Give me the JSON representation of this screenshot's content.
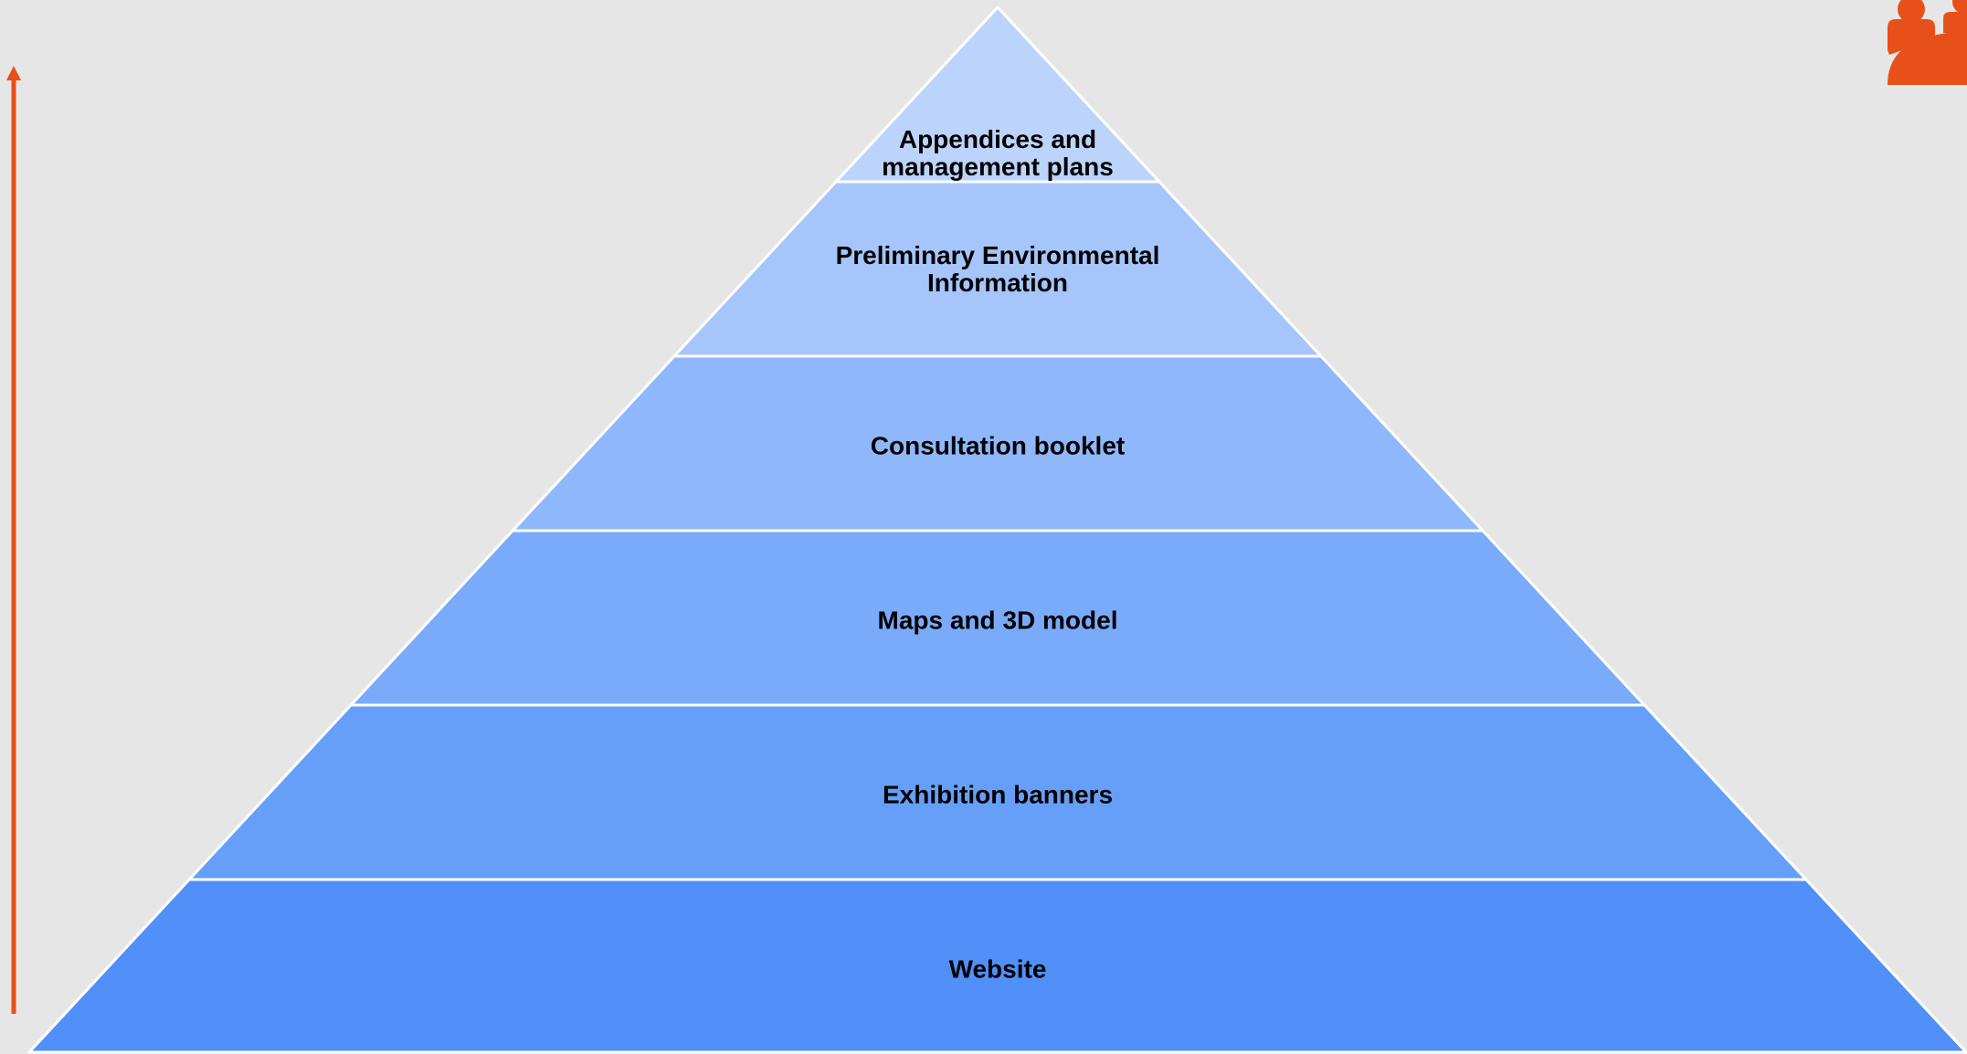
{
  "diagram": {
    "type": "pyramid",
    "tiers": [
      {
        "label_lines": [
          "Appendices and",
          "management plans"
        ],
        "color": "#bcd4fb"
      },
      {
        "label_lines": [
          "Preliminary Environmental",
          "Information"
        ],
        "color": "#a5c5fb"
      },
      {
        "label_lines": [
          "Consultation booklet"
        ],
        "color": "#8fb7fb"
      },
      {
        "label_lines": [
          "Maps and 3D model"
        ],
        "color": "#7aabfa"
      },
      {
        "label_lines": [
          "Exhibition banners"
        ],
        "color": "#669ffa"
      },
      {
        "label_lines": [
          "Website"
        ],
        "color": "#5090f8"
      }
    ],
    "separator_color": "#ffffff",
    "arrow": {
      "direction": "up",
      "color": "#e8501a"
    },
    "logo": {
      "icon": "people-group-icon",
      "color": "#e8501a"
    }
  }
}
